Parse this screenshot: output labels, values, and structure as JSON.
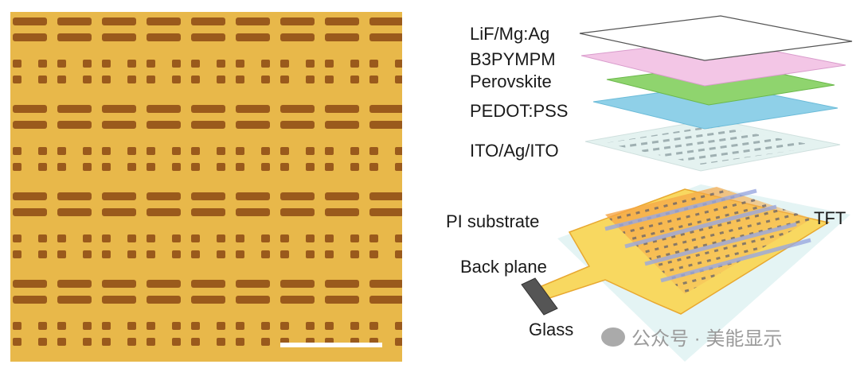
{
  "panel_left": {
    "image": "optical-micrograph-electrode-pattern",
    "scale_bar": true
  },
  "panel_right": {
    "layers": [
      "LiF/Mg:Ag",
      "B3PYMPM",
      "Perovskite",
      "PEDOT:PSS",
      "ITO/Ag/ITO"
    ],
    "labels": {
      "pi_substrate": "PI substrate",
      "tft": "TFT",
      "back_plane": "Back plane",
      "glass": "Glass"
    }
  },
  "watermark": "公众号 · 美能显示",
  "colors": {
    "gold": "#e8b84a",
    "pad": "#9a5a1c",
    "pink": "#f3c6e6",
    "green": "#8fd46e",
    "blue": "#8fd0e8"
  }
}
